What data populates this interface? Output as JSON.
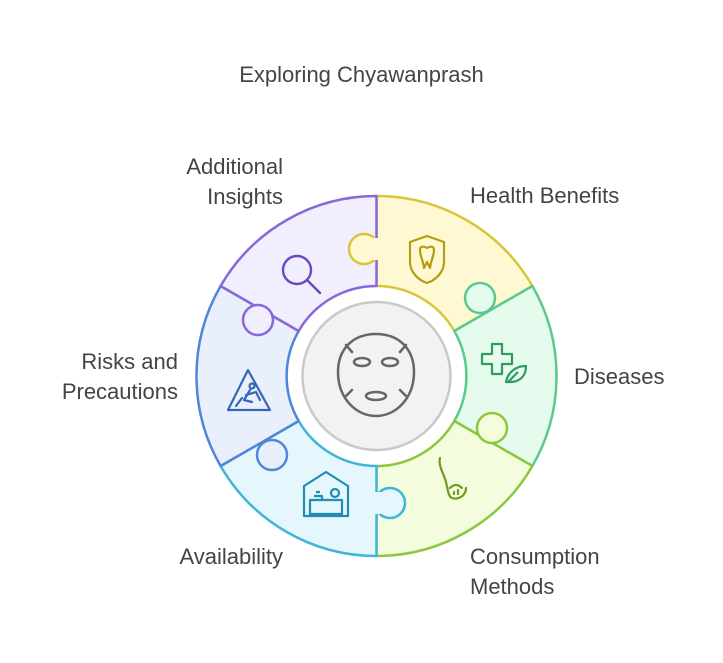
{
  "title": "Exploring Chyawanprash",
  "segments": [
    {
      "lines": [
        "Health Benefits"
      ],
      "icon": "shield-tooth-icon",
      "fill": "#fef9d2",
      "stroke": "#d9c53a"
    },
    {
      "lines": [
        "Diseases"
      ],
      "icon": "medical-cross-leaf-icon",
      "fill": "#e5fbee",
      "stroke": "#5cc98c"
    },
    {
      "lines": [
        "Consumption",
        "Methods"
      ],
      "icon": "spoon-bowl-icon",
      "fill": "#f3fcdc",
      "stroke": "#8dc63f"
    },
    {
      "lines": [
        "Availability"
      ],
      "icon": "store-counter-icon",
      "fill": "#e5f6fc",
      "stroke": "#3fb5d8"
    },
    {
      "lines": [
        "Risks and",
        "Precautions"
      ],
      "icon": "caution-fall-icon",
      "fill": "#e9f0fc",
      "stroke": "#4f86d9"
    },
    {
      "lines": [
        "Additional",
        "Insights"
      ],
      "icon": "magnifier-icon",
      "fill": "#f1eefd",
      "stroke": "#8a67d9"
    }
  ],
  "center": {
    "icon": "face-mask-icon"
  }
}
